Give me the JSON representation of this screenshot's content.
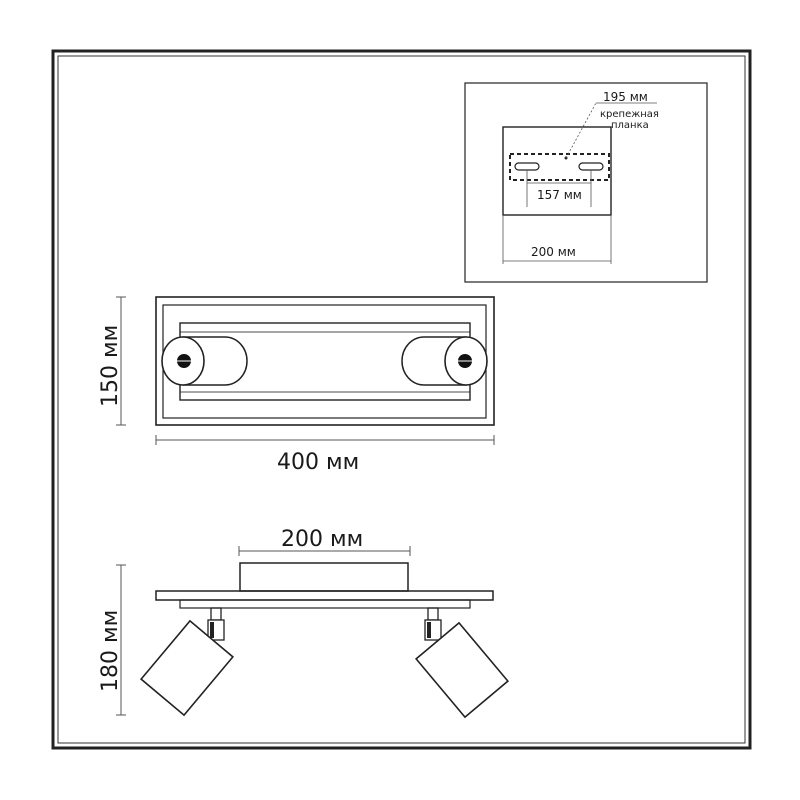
{
  "inset": {
    "label_195": "195 мм",
    "label_mount_line1": "крепежная",
    "label_mount_line2": "планка",
    "label_157": "157 мм",
    "label_200": "200 мм"
  },
  "top_view": {
    "height_label": "150 мм",
    "width_label": "400 мм"
  },
  "side_view": {
    "base_width_label": "200 мм",
    "height_label": "180 мм"
  },
  "colors": {
    "line": "#1a1a1a",
    "dimension_line": "#555555",
    "frame": "#333333"
  }
}
